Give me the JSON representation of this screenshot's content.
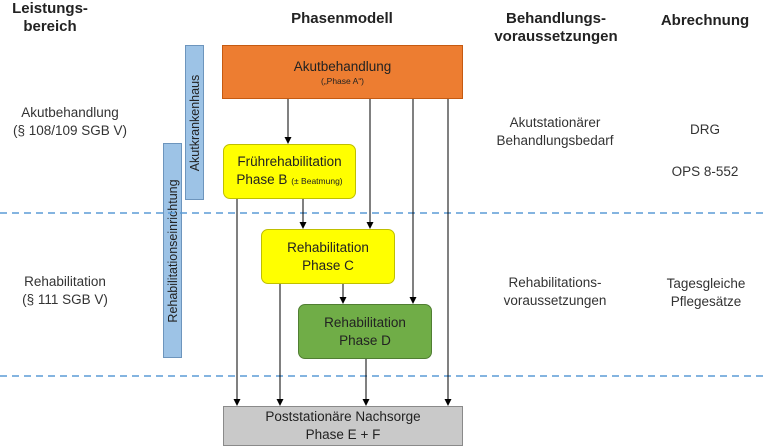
{
  "headers": {
    "leistungsbereich": [
      "Leistungs-",
      "bereich"
    ],
    "phasenmodell": "Phasenmodell",
    "behandlungsvoraussetzungen": [
      "Behandlungs-",
      "voraussetzungen"
    ],
    "abrechnung": "Abrechnung"
  },
  "rows": {
    "akut": {
      "bereich": [
        "Akutbehandlung",
        "(§ 108/109 SGB V)"
      ],
      "voraussetzung": [
        "Akutstationärer",
        "Behandlungsbedarf"
      ],
      "abrechnung": [
        "DRG",
        "OPS 8-552"
      ]
    },
    "reha": {
      "bereich": [
        "Rehabilitation",
        "(§ 111 SGB V)"
      ],
      "voraussetzung": [
        "Rehabilitations-",
        "voraussetzungen"
      ],
      "abrechnung": [
        "Tagesgleiche",
        "Pflegesätze"
      ]
    }
  },
  "bars": {
    "akutkrankenhaus": "Akutkrankenhaus",
    "rehaeinrichtung": "Rehabilitationseinrichtung"
  },
  "phases": {
    "a": {
      "title": "Akutbehandlung",
      "sub": "(„Phase A“)",
      "color": "#ed7d31"
    },
    "b": {
      "title": "Frührehabilitation",
      "sub": "Phase B",
      "note": "(± Beatmung)",
      "color": "#ffff00"
    },
    "c": {
      "title": "Rehabilitation",
      "sub": "Phase C",
      "color": "#ffff00"
    },
    "d": {
      "title": "Rehabilitation",
      "sub": "Phase D",
      "color": "#70ad47"
    },
    "ef": {
      "title": "Poststationäre Nachsorge",
      "sub": "Phase E + F",
      "color": "#c9c9c9"
    }
  },
  "colors": {
    "dashed_line": "#5b9bd5",
    "bar_fill": "#9dc3e6"
  }
}
